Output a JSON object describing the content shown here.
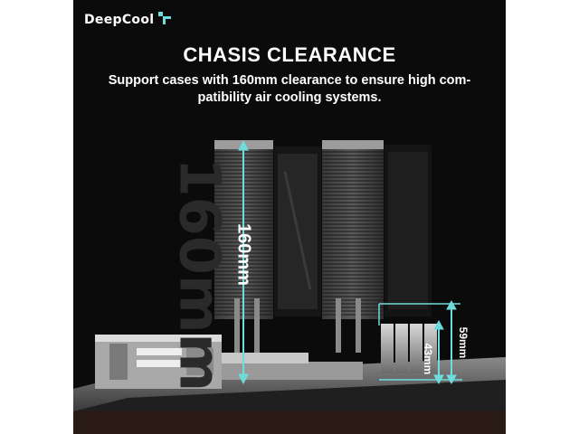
{
  "brand": {
    "name": "DeepCool"
  },
  "heading": "CHASIS CLEARANCE",
  "subtitle": "Support cases with 160mm clearance to ensure high com-patibility air cooling systems.",
  "subtitle_lines": [
    "Support cases with 160mm clearance to ensure high com-",
    "patibility air cooling systems."
  ],
  "watermark": "160mm",
  "dimensions": {
    "height": "160mm",
    "ram_height": "43mm",
    "offset": "59mm"
  },
  "colors": {
    "background": "#0b0b0b",
    "accent": "#6fdcdc",
    "text": "#ffffff"
  }
}
